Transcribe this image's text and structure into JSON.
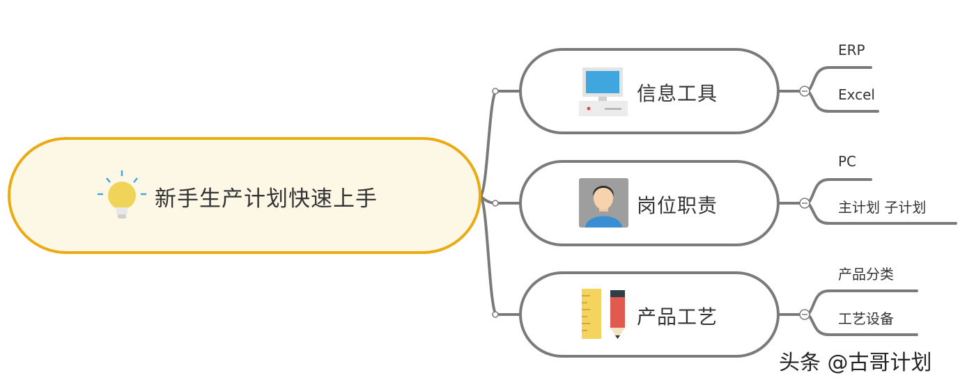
{
  "root": {
    "title": "新手生产计划快速上手",
    "icon": "lightbulb-icon",
    "fill": "#fdf7e6",
    "border": "#eaaa10"
  },
  "branches": [
    {
      "title": "信息工具",
      "icon": "computer-icon",
      "leaves": [
        "ERP",
        "Excel"
      ]
    },
    {
      "title": "岗位职责",
      "icon": "person-avatar-icon",
      "leaves": [
        "PC",
        "主计划 子计划"
      ]
    },
    {
      "title": "产品工艺",
      "icon": "ruler-pencil-icon",
      "leaves": [
        "产品分类",
        "工艺设备"
      ]
    }
  ],
  "colors": {
    "line": "#7a7a7a",
    "accent_blue": "#3fa7dd",
    "bulb": "#f0d45a"
  },
  "watermark": "头条 @古哥计划"
}
